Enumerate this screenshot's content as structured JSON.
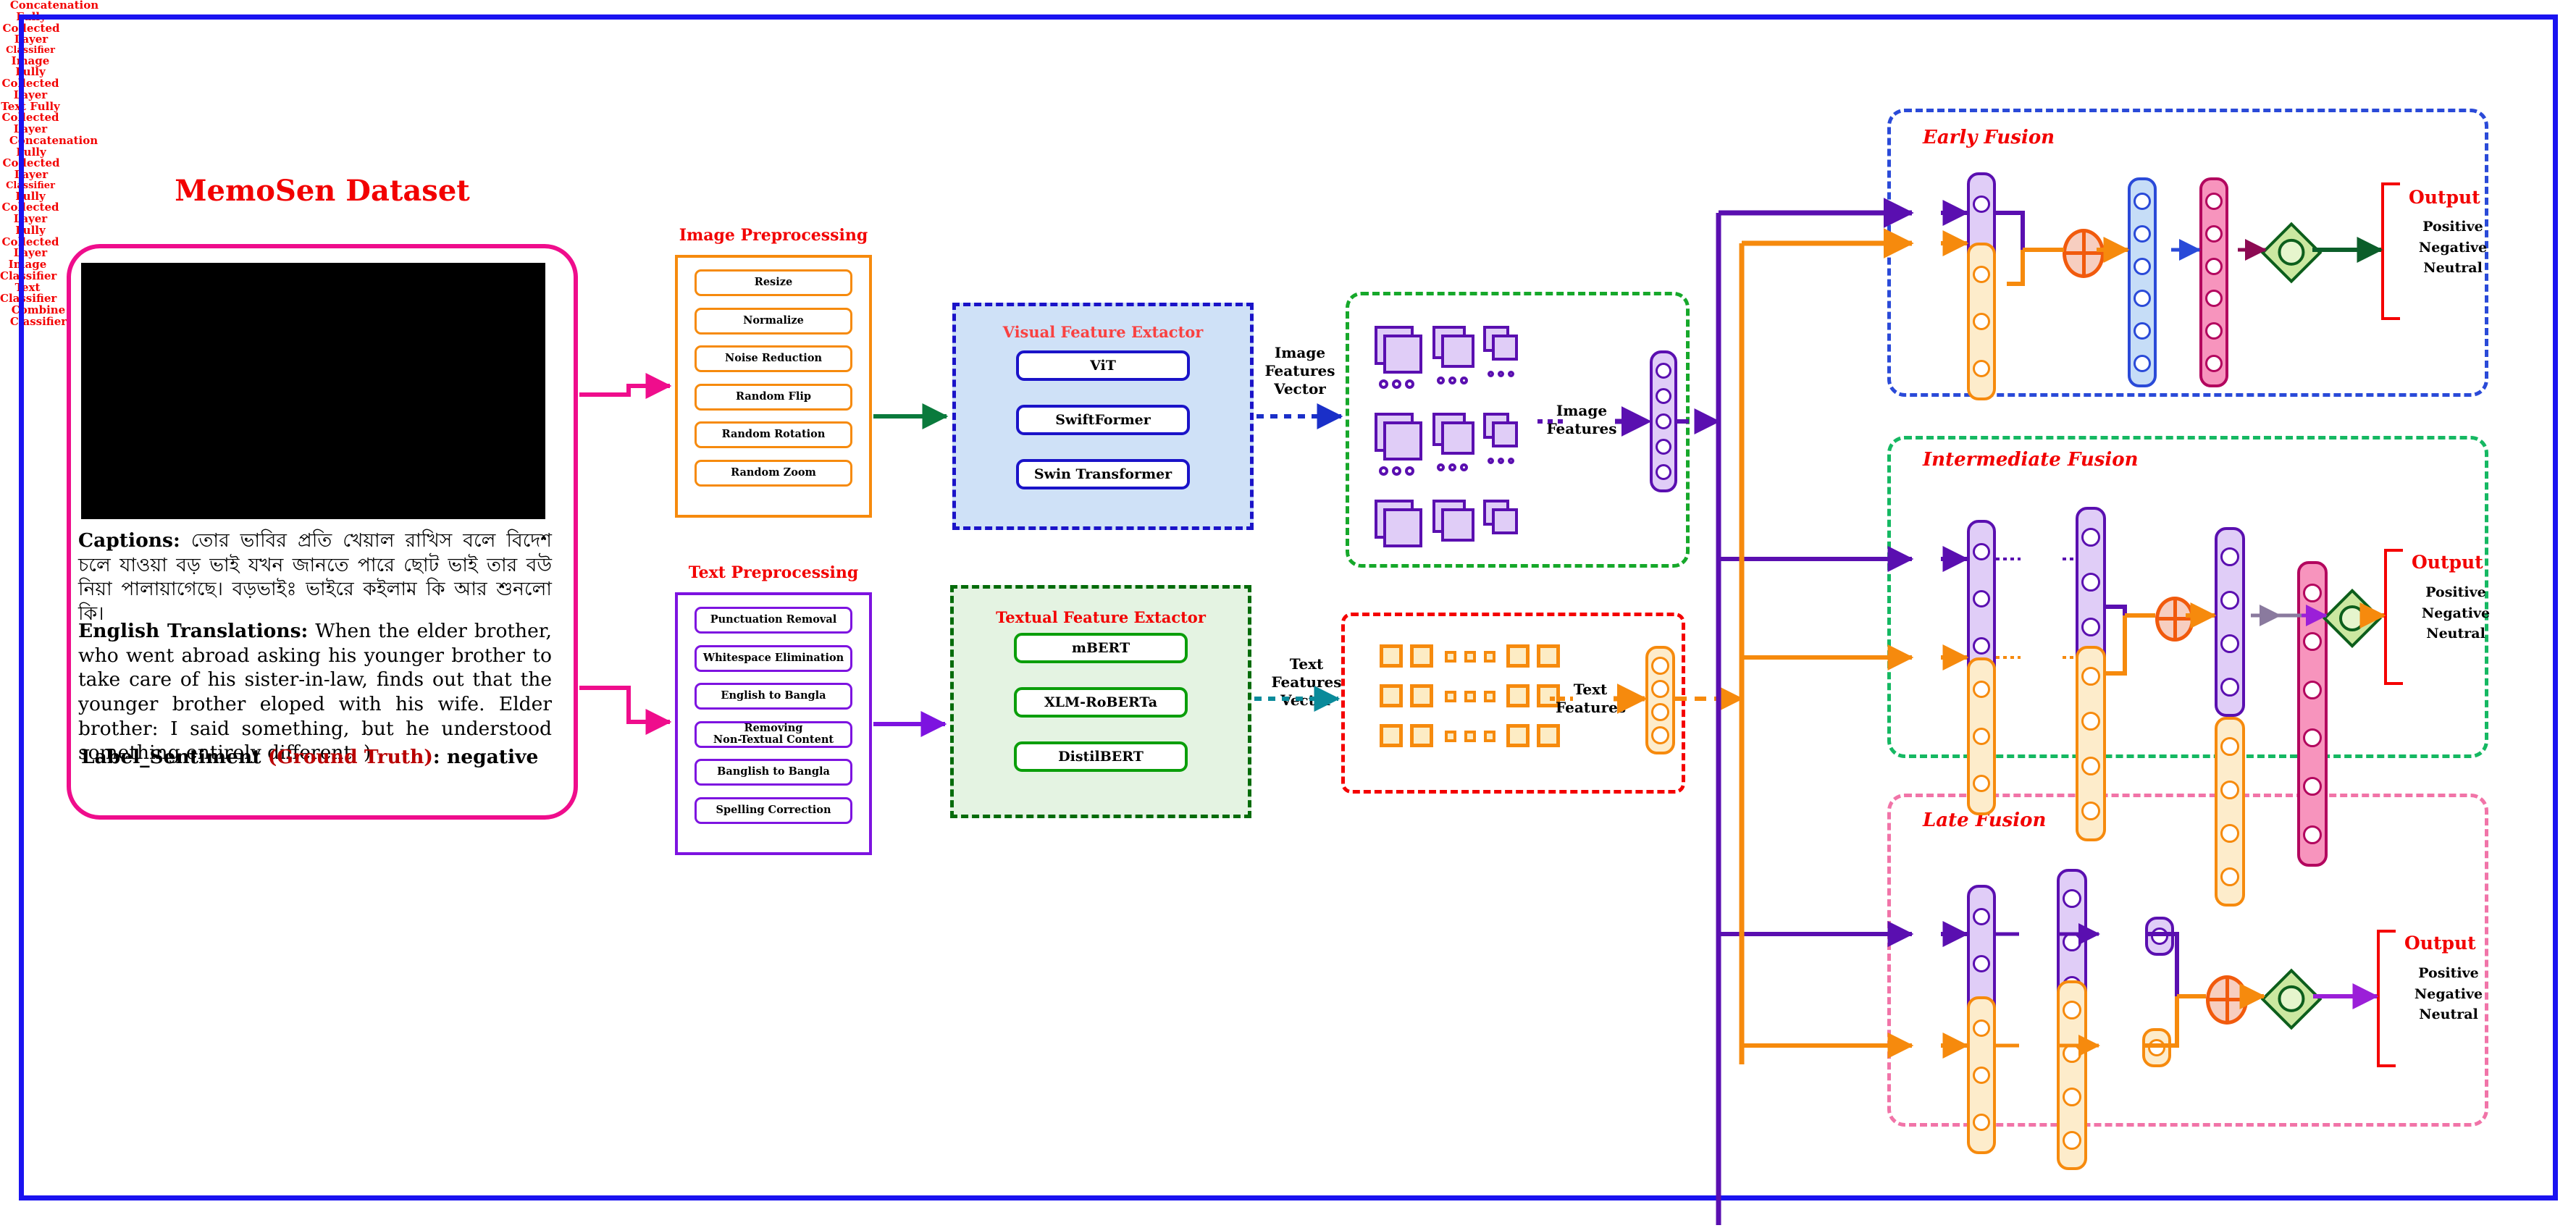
{
  "frame": {
    "accent": "#1a13f0"
  },
  "dataset": {
    "title": "MemoSen Dataset",
    "caption_label": "Captions:",
    "caption_text": "তোর ভাবির প্রতি খেয়াল রাখিস বলে বিদেশ চলে যাওয়া বড় ভাই যখন জানতে পারে ছোট ভাই তার বউ নিয়া পালায়াগেছে। বড়ভাইঃ ভাইরে কইলাম কি আর শুনলো কি।",
    "translation_label": "English Translations:",
    "translation_text": "When the elder brother, who went abroad asking his younger brother to take care of his sister-in-law, finds out that the younger brother eloped with his wife. Elder brother: I said something, but he understood something entirely different. )",
    "sentiment_label": "Label_Sentiment",
    "sentiment_qualifier": "(Ground Truth)",
    "sentiment_sep": ":",
    "sentiment_value": "negative",
    "border_color": "#ef0d8c",
    "title_color": "#f20000"
  },
  "image_preprocessing": {
    "title": "Image Preprocessing",
    "accent": "#f68a0d",
    "steps": [
      "Resize",
      "Normalize",
      "Noise Reduction",
      "Random Flip",
      "Random Rotation",
      "Random Zoom"
    ]
  },
  "text_preprocessing": {
    "title": "Text Preprocessing",
    "accent": "#7d13e0",
    "steps": [
      "Punctuation Removal",
      "Whitespace Elimination",
      "English to Bangla",
      "Removing\nNon-Textual Content",
      "Banglish to Bangla",
      "Spelling Correction"
    ]
  },
  "visual_extractor": {
    "title": "Visual Feature Extactor",
    "accent": "#1a13c8",
    "fill": "#cfe1f7",
    "models": [
      "ViT",
      "SwiftFormer",
      "Swin Transformer"
    ]
  },
  "textual_extractor": {
    "title": "Textual Feature Extactor",
    "accent": "#046b0a",
    "fill": "#e4f3e2",
    "models": [
      "mBERT",
      "XLM-RoBERTa",
      "DistilBERT"
    ]
  },
  "image_feature_block": {
    "input_label": "Image\nFeatures\nVector",
    "output_label": "Image\nFeatures",
    "border_color": "#16a82a",
    "shape_color": "#5a0fb0"
  },
  "text_feature_block": {
    "input_label": "Text\nFeatures\nVector",
    "output_label": "Text\nFeatures",
    "border_color": "#f40000",
    "shape_color": "#f68a0d"
  },
  "fusion": {
    "early": {
      "title": "Early Fusion",
      "border_color": "#2a4ad8",
      "concat_label": "Concatenation",
      "fc_label": "Fully\nCollected\nLayer",
      "classifier_label": "Classifier",
      "output_label": "Output",
      "output_classes": "Positive\nNegative\nNeutral"
    },
    "intermediate": {
      "title": "Intermediate Fusion",
      "border_color": "#15b862",
      "image_fc_label": "Image Fully\nCollected\nLayer",
      "text_fc_label": "Text Fully\nCollected\nLayer",
      "concat_label": "Concatenation",
      "fc_label": "Fully\nCollected\nLayer",
      "classifier_label": "Classifier",
      "output_label": "Output",
      "output_classes": "Positive\nNegative\nNeutral"
    },
    "late": {
      "title": "Late Fusion",
      "border_color": "#f174a8",
      "image_fc_label": "Fully\nCollected\nLayer",
      "text_fc_label": "Fully\nCollected\nLayer",
      "image_classifier_label": "Image\nClassifier",
      "text_classifier_label": "Text\nClassifier",
      "combine_label": "Combine\nClassifier",
      "output_label": "Output",
      "output_classes": "Positive\nNegative\nNeutral"
    }
  }
}
